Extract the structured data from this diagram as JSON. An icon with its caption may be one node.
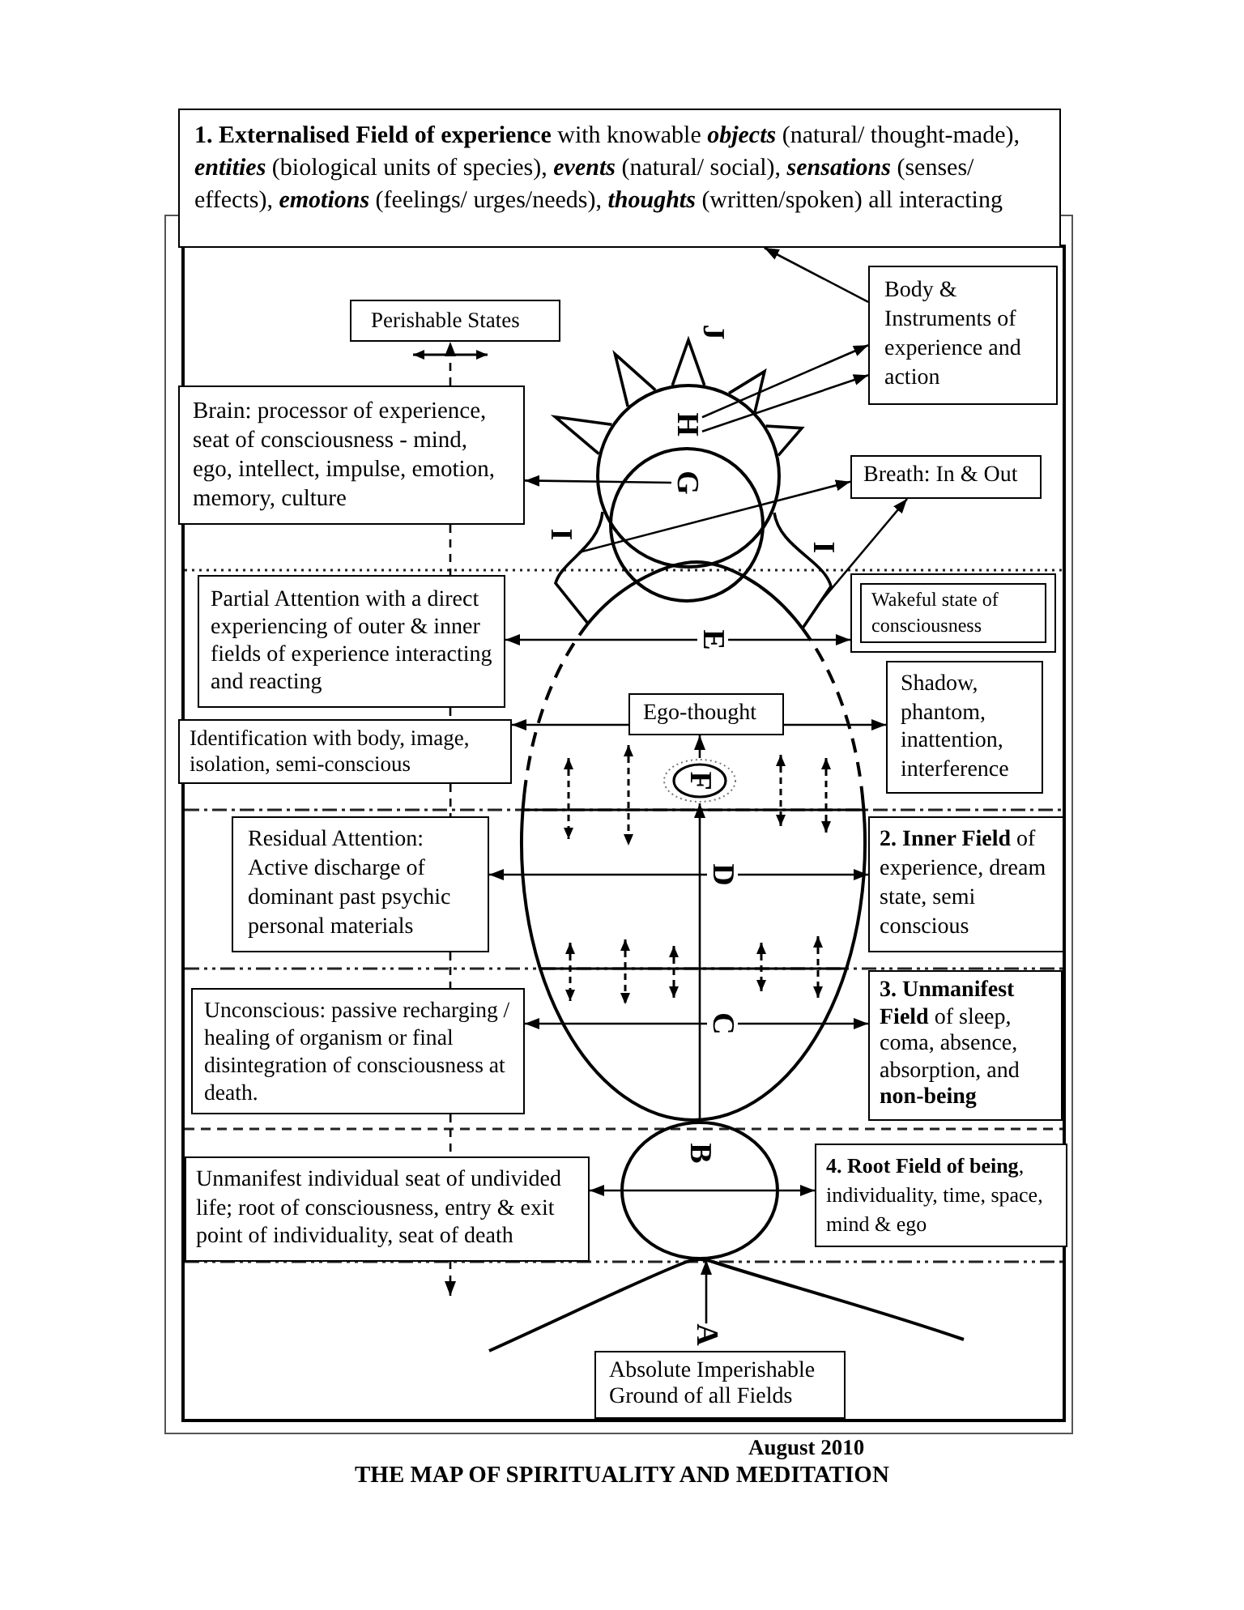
{
  "diagram": {
    "title": "THE MAP OF SPIRITUALITY AND MEDITATION",
    "nodes": [
      {
        "text": [
          "**1. Externalised Field of experience** with knowable *objects* (natural/ thought-made), *entities* (biological units of species), *events* (natural/ social), *sensations* (senses/ effects), *emotions* (feelings/ urges/needs), *thoughts* (written/spoken) all interacting"
        ]
      },
      {
        "text": [
          "Body & Instruments of experience and action"
        ]
      },
      {
        "text": [
          "Perishable States"
        ]
      },
      {
        "text": [
          "H"
        ]
      },
      {
        "text": [
          "Brain: processor of experience, seat of consciousness - mind, ego, intellect, impulse, emotion, memory, culture"
        ]
      },
      {
        "text": [
          "G"
        ]
      },
      {
        "text": [
          "Breath: In & Out"
        ]
      },
      {
        "text": [
          "I"
        ]
      },
      {
        "text": [
          "I"
        ]
      },
      {
        "text": [
          "Partial Attention with a direct experiencing of outer & inner fields of experience interacting and reacting"
        ]
      },
      {
        "text": [
          "Wakeful state of consciousness"
        ]
      },
      {
        "text": [],
        "shape": "ellipse"
      },
      {
        "text": [
          "E"
        ],
        "in": 11
      },
      {
        "text": [
          "Shadow, phantom, inattention, interference"
        ]
      },
      {
        "text": [
          "Identification with body, image, isolation, semi-conscious"
        ]
      },
      {
        "text": [
          "Ego-thought"
        ],
        "in": 11
      },
      {
        "text": [
          "F"
        ],
        "in": 11
      },
      {
        "text": [
          "**2. Inner Field** of experience, dream state, semi conscious"
        ]
      },
      {
        "text": [
          "Residual Attention: Active discharge of dominant past psychic personal materials"
        ]
      },
      {
        "text": [
          "D"
        ],
        "in": 11
      },
      {
        "text": [
          "**3. Unmanifest Field** of sleep, coma, absence, absorption, and **non-being**"
        ]
      },
      {
        "text": [
          "Unconscious: passive recharging / healing of organism or final disintegration of consciousness at death."
        ]
      },
      {
        "text": [
          "C"
        ],
        "in": 11
      },
      {
        "text": [
          "**4. Root Field of being**, individuality, time, space, mind & ego"
        ]
      },
      {
        "text": [
          "Unmanifest individual seat of undivided life; root of consciousness, entry & exit point of individuality, seat of death"
        ]
      },
      {
        "text": [
          "B"
        ]
      },
      {
        "text": [
          "A"
        ]
      },
      {
        "text": [
          "Absolute Imperishable Ground of all Fields"
        ]
      }
    ],
    "edges": [
      {
        "from": 1,
        "to": 0,
        "arrow": "to"
      },
      {
        "from": 3,
        "to": 1,
        "arrow": "to"
      },
      {
        "from": 3,
        "to": 1,
        "arrow": "to"
      },
      {
        "from": 4,
        "to": 2,
        "arrow": "to",
        "style": "dashed"
      },
      {
        "from": 4,
        "to": 9,
        "arrow": "none",
        "style": "dashed"
      },
      {
        "from": 9,
        "to": 14,
        "arrow": "none",
        "style": "dashed"
      },
      {
        "from": 14,
        "to": 18,
        "arrow": "none",
        "style": "dashed"
      },
      {
        "from": 18,
        "to": 21,
        "arrow": "none",
        "style": "dashed"
      },
      {
        "from": 21,
        "to": 24,
        "arrow": "none",
        "style": "dashed"
      },
      {
        "from": 24,
        "to": null,
        "arrow": "to",
        "style": "dashed"
      },
      {
        "from": 5,
        "to": 4,
        "arrow": "to"
      },
      {
        "from": 7,
        "to": 6,
        "arrow": "to"
      },
      {
        "from": 8,
        "to": 6,
        "arrow": "to"
      },
      {
        "from": 12,
        "to": 9,
        "arrow": "to"
      },
      {
        "from": 12,
        "to": 10,
        "arrow": "to"
      },
      {
        "from": 15,
        "to": 14,
        "arrow": "to"
      },
      {
        "from": 15,
        "to": 13,
        "arrow": "to"
      },
      {
        "from": 16,
        "to": 15,
        "arrow": "to"
      },
      {
        "from": 25,
        "to": 16,
        "arrow": "to"
      },
      {
        "from": 19,
        "to": 18,
        "arrow": "to"
      },
      {
        "from": 19,
        "to": 17,
        "arrow": "to"
      },
      {
        "from": 22,
        "to": 21,
        "arrow": "to"
      },
      {
        "from": 22,
        "to": 20,
        "arrow": "to"
      },
      {
        "from": 25,
        "to": 24,
        "arrow": "to"
      },
      {
        "from": 25,
        "to": 23,
        "arrow": "to"
      },
      {
        "from": 26,
        "to": 25,
        "arrow": "to"
      }
    ],
    "labels": [
      "J",
      "August 2010"
    ]
  }
}
